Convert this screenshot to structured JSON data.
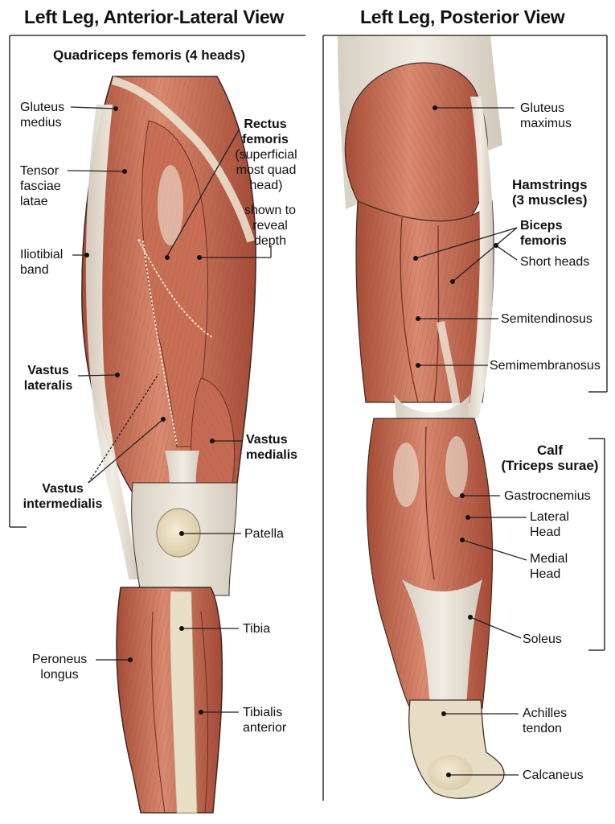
{
  "left_panel": {
    "title": "Left Leg, Anterior-Lateral View",
    "group_heading": "Quadriceps femoris (4 heads)",
    "labels": {
      "gluteus_medius": [
        "Gluteus",
        "medius"
      ],
      "tensor_fasciae_latae": [
        "Tensor",
        "fasciae",
        "latae"
      ],
      "iliotibial_band": [
        "Iliotibial",
        "band"
      ],
      "rectus_femoris_name": [
        "Rectus",
        "femoris"
      ],
      "rectus_femoris_note": [
        "(superficial",
        "most quad",
        "head)"
      ],
      "shown_to_reveal": [
        "shown to",
        "reveal",
        "depth"
      ],
      "vastus_lateralis": [
        "Vastus",
        "lateralis"
      ],
      "vastus_intermedialis": [
        "Vastus",
        "intermedialis"
      ],
      "vastus_medialis": [
        "Vastus",
        "medialis"
      ],
      "patella": "Patella",
      "tibia": "Tibia",
      "peroneus_longus": [
        "Peroneus",
        "longus"
      ],
      "tibialis_anterior": [
        "Tibialis",
        "anterior"
      ]
    }
  },
  "right_panel": {
    "title": "Left Leg, Posterior View",
    "labels": {
      "gluteus_maximus": [
        "Gluteus",
        "maximus"
      ],
      "hamstrings_heading": [
        "Hamstrings",
        "(3 muscles)"
      ],
      "biceps_femoris": [
        "Biceps",
        "femoris"
      ],
      "short_heads": "Short heads",
      "semitendinosus": "Semitendinosus",
      "semimembranosus": "Semimembranosus",
      "calf_heading": [
        "Calf",
        "(Triceps surae)"
      ],
      "gastrocnemius": "Gastrocnemius",
      "lateral_head": [
        "Lateral",
        "Head"
      ],
      "medial_head": [
        "Medial",
        "Head"
      ],
      "soleus": "Soleus",
      "achilles_tendon": [
        "Achilles",
        "tendon"
      ],
      "calcaneus": "Calcaneus"
    }
  },
  "colors": {
    "muscle": "#c0674f",
    "muscle_dark": "#8e3d2c",
    "muscle_light": "#e0a48d",
    "tendon": "#e8e2d6",
    "bone": "#e6dcc0",
    "outline": "#3a2a24",
    "leader": "#222222"
  }
}
